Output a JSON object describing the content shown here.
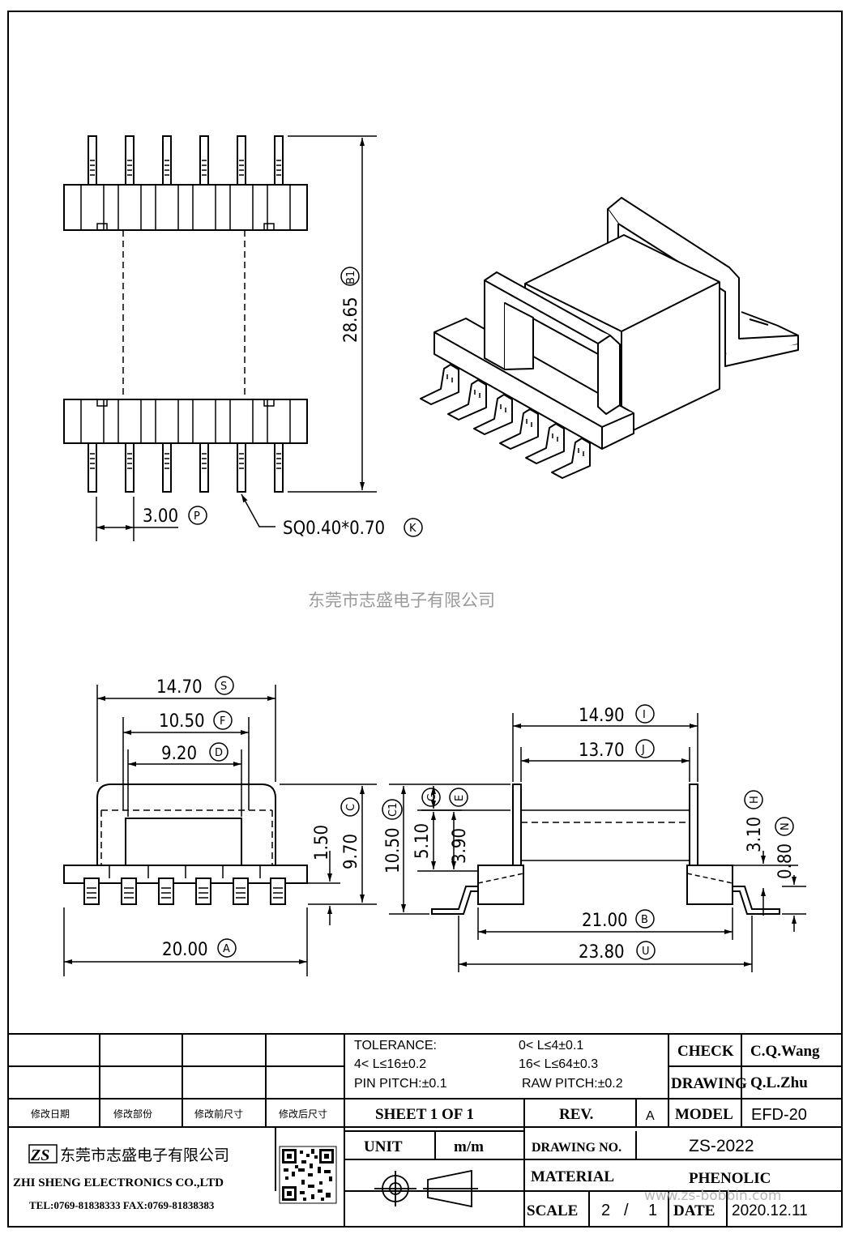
{
  "watermark": "东莞市志盛电子有限公司",
  "watermark_url": "www.zs-bobbin.com",
  "top_view": {
    "height_dim": "28.65",
    "height_tag": "B1",
    "pitch_dim": "3.00",
    "pitch_tag": "P",
    "pin_dim": "SQ0.40*0.70",
    "pin_tag": "K"
  },
  "front_view": {
    "w1": "14.70",
    "w1_tag": "S",
    "w2": "10.50",
    "w2_tag": "F",
    "w3": "9.20",
    "w3_tag": "D",
    "h1": "1.50",
    "h2": "9.70",
    "h2_tag": "C",
    "base": "20.00",
    "base_tag": "A"
  },
  "side_view": {
    "w1": "14.90",
    "w1_tag": "I",
    "w2": "13.70",
    "w2_tag": "J",
    "h1": "10.50",
    "h1_tag": "C1",
    "h2": "5.10",
    "h2_tag": "G",
    "h3": "3.90",
    "h3_tag": "E",
    "h4": "3.10",
    "h4_tag": "H",
    "h5": "0.80",
    "h5_tag": "N",
    "base1": "21.00",
    "base1_tag": "B",
    "base2": "23.80",
    "base2_tag": "U"
  },
  "title_block": {
    "revision_headers": [
      "修改日期",
      "修改部份",
      "修改前尺寸",
      "修改后尺寸"
    ],
    "tolerance_label": "TOLERANCE:",
    "tol_1": "0< L≤4±0.1",
    "tol_2": "4< L≤16±0.2",
    "tol_3": "16< L≤64±0.3",
    "pin_pitch": "PIN PITCH:±0.1",
    "raw_pitch": "RAW PITCH:±0.2",
    "check_label": "CHECK",
    "check_value": "C.Q.Wang",
    "drawing_label": "DRAWING",
    "drawing_value": "Q.L.Zhu",
    "sheet": "SHEET  1  OF  1",
    "rev_label": "REV.",
    "rev_value": "A",
    "model_label": "MODEL",
    "model_value": "EFD-20",
    "unit_label": "UNIT",
    "unit_value": "m/m",
    "drawing_no_label": "DRAWING  NO.",
    "drawing_no_value": "ZS-2022",
    "material_label": "MATERIAL",
    "material_value": "PHENOLIC",
    "scale_label": "SCALE",
    "scale_num": "2",
    "scale_sep": "/",
    "scale_den": "1",
    "date_label": "DATE",
    "date_value": "2020.12.11",
    "company_cn": "东莞市志盛电子有限公司",
    "company_en": "ZHI SHENG  ELECTRONICS CO.,LTD",
    "company_tel": "TEL:0769-81838333 FAX:0769-81838383",
    "logo": "ZS"
  }
}
